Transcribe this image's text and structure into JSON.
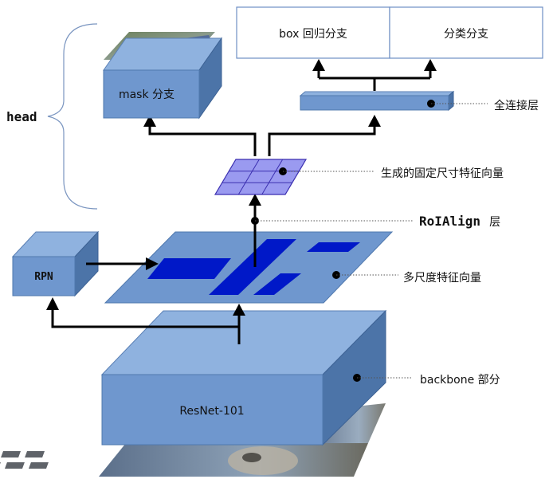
{
  "labels": {
    "head": "head",
    "box_branch": "box 回归分支",
    "cls_branch": "分类分支",
    "mask_branch": "mask 分支",
    "fc_layer": "全连接层",
    "fixed_feature": "生成的固定尺寸特征向量",
    "roialign_name": "RoIAlign",
    "roialign_suffix": "层",
    "rpn": "RPN",
    "multiscale": "多尺度特征向量",
    "backbone": "backbone 部分",
    "resnet": "ResNet-101"
  },
  "colors": {
    "box_front": "#6f97ce",
    "box_top": "#8fb2df",
    "box_side": "#4c74a8",
    "fpn_plane": "#6f97ce",
    "dark_rect": "#0018c8",
    "grid_fill": "#9a9af0",
    "grid_stroke": "#3b2fb0",
    "arrow": "#000000",
    "brace": "#7a95c0"
  },
  "icons": {
    "mask_photo": "grass-field-photo",
    "input_photo": "cat-keyboard-photo"
  }
}
